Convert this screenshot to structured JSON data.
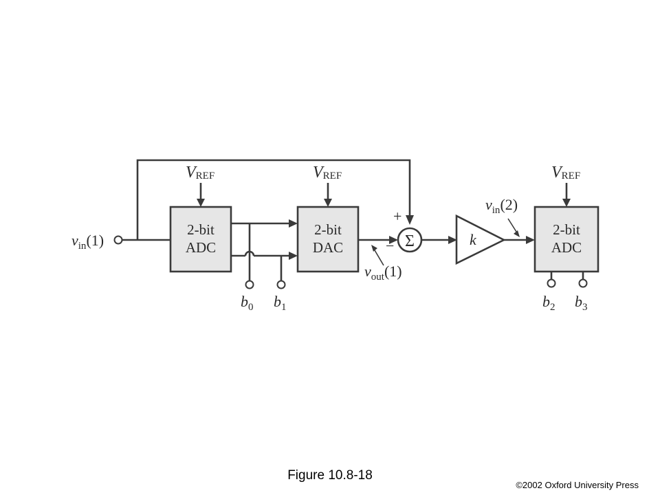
{
  "blocks": {
    "adc1": {
      "line1": "2-bit",
      "line2": "ADC"
    },
    "dac": {
      "line1": "2-bit",
      "line2": "DAC"
    },
    "adc2": {
      "line1": "2-bit",
      "line2": "ADC"
    }
  },
  "vref": {
    "v": "V",
    "sub": "REF"
  },
  "sum": {
    "symbol": "Σ",
    "plus": "+",
    "minus": "−"
  },
  "gain": {
    "k": "k"
  },
  "signals": {
    "vin1": {
      "v": "v",
      "sub": "in",
      "arg": "(1)"
    },
    "vin2": {
      "v": "v",
      "sub": "in",
      "arg": "(2)"
    },
    "vout1": {
      "v": "v",
      "sub": "out",
      "arg": "(1)"
    }
  },
  "bits": [
    {
      "b": "b",
      "sub": "0"
    },
    {
      "b": "b",
      "sub": "1"
    },
    {
      "b": "b",
      "sub": "2"
    },
    {
      "b": "b",
      "sub": "3"
    }
  ],
  "caption": "Figure 10.8-18",
  "copyright": "©2002  Oxford University Press"
}
